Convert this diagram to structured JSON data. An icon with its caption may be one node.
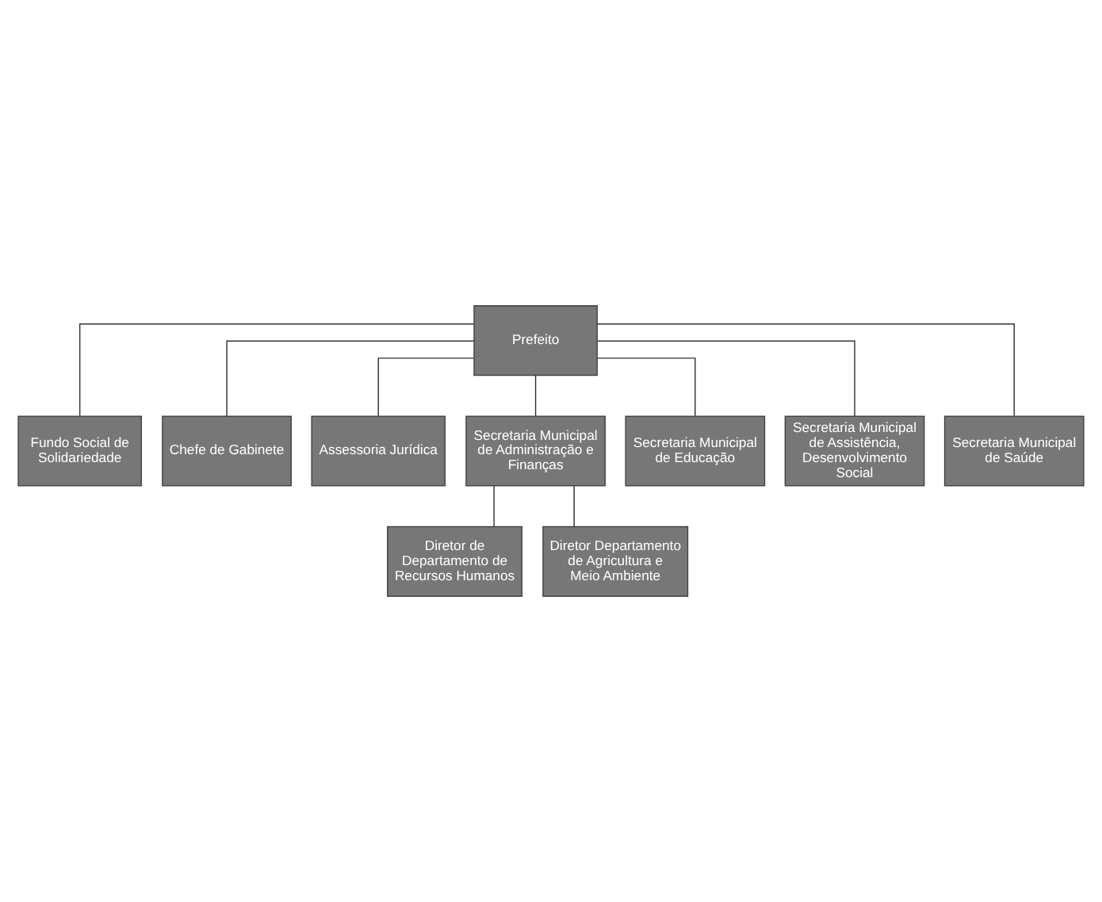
{
  "diagram": {
    "nodes": [
      {
        "text": [
          "Prefeito"
        ]
      },
      {
        "text": [
          "Fundo Social de Solidariedade"
        ]
      },
      {
        "text": [
          "Chefe de Gabinete"
        ]
      },
      {
        "text": [
          "Assessoria Jurídica"
        ]
      },
      {
        "text": [
          "Secretaria Municipal de Administração e Finanças"
        ]
      },
      {
        "text": [
          "Secretaria Municipal de Educação"
        ]
      },
      {
        "text": [
          "Secretaria Municipal de Assistência, Desenvolvimento Social"
        ]
      },
      {
        "text": [
          "Secretaria Municipal de Saúde"
        ]
      },
      {
        "text": [
          "Diretor de Departamento de Recursos Humanos"
        ]
      },
      {
        "text": [
          "Diretor Departamento de Agricultura e Meio Ambiente"
        ]
      }
    ],
    "edges": [
      {
        "from": 0,
        "to": 1,
        "arrow": "none"
      },
      {
        "from": 0,
        "to": 2,
        "arrow": "none"
      },
      {
        "from": 0,
        "to": 3,
        "arrow": "none"
      },
      {
        "from": 0,
        "to": 4,
        "arrow": "none"
      },
      {
        "from": 0,
        "to": 5,
        "arrow": "none"
      },
      {
        "from": 0,
        "to": 6,
        "arrow": "none"
      },
      {
        "from": 0,
        "to": 7,
        "arrow": "none"
      },
      {
        "from": 4,
        "to": 8,
        "arrow": "none"
      },
      {
        "from": 4,
        "to": 9,
        "arrow": "none"
      }
    ]
  }
}
